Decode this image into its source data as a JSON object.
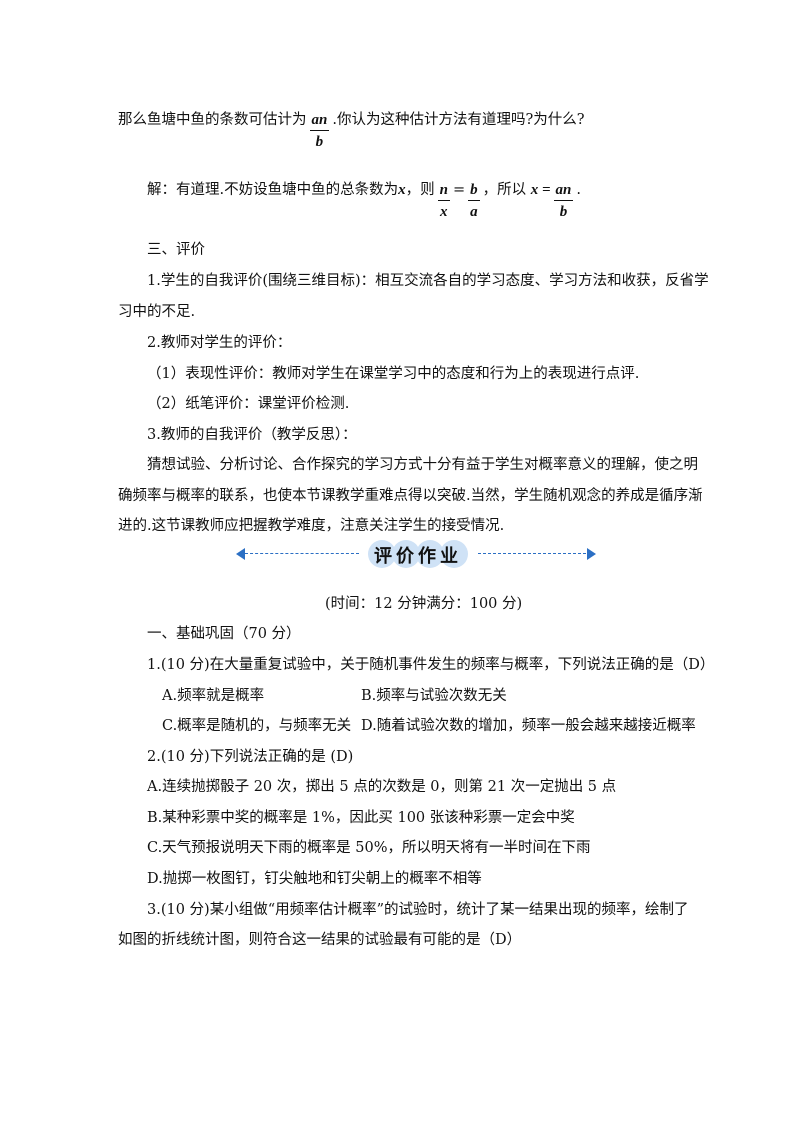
{
  "intro": {
    "before": "那么鱼塘中鱼的条数可估计为",
    "frac_num": "an",
    "frac_den": "b",
    "after": ".你认为这种估计方法有道理吗?为什么?"
  },
  "solution": {
    "prefix": "解：有道理.不妨设鱼塘中鱼的总条数为",
    "var_x": "x",
    "mid1": "，则",
    "f1_num": "n",
    "f1_den": "x",
    "eq": "=",
    "f2_num": "b",
    "f2_den": "a",
    "mid2": "，所以",
    "x_eq": "x =",
    "f3_num": "an",
    "f3_den": "b",
    "end": "."
  },
  "section3": {
    "heading": "三、评价",
    "p1_line1": "1.学生的自我评价(围绕三维目标)：相互交流各自的学习态度、学习方法和收获，反省学",
    "p1_line2": "习中的不足.",
    "p2": "2.教师对学生的评价：",
    "p2_1": "（1）表现性评价：教师对学生在课堂学习中的态度和行为上的表现进行点评.",
    "p2_2": "（2）纸笔评价：课堂评价检测.",
    "p3": "3.教师的自我评价（教学反思）：",
    "p4_line1": "猜想试验、分析讨论、合作探究的学习方式十分有益于学生对概率意义的理解，使之明",
    "p4_line2": "确频率与概率的联系，也使本节课教学重难点得以突破.当然，学生随机观念的养成是循序渐",
    "p4_line3": "进的.这节课教师应把握教学难度，注意关注学生的接受情况."
  },
  "banner": {
    "title": "评价作业",
    "color": "#2b6fc4"
  },
  "homework": {
    "time": "(时间：12 分钟满分：100 分)",
    "part1": "一、基础巩固（70 分）",
    "q1": "1.(10 分)在大量重复试验中，关于随机事件发生的频率与概率，下列说法正确的是（D）",
    "q1_a": "A.频率就是概率",
    "q1_b": "B.频率与试验次数无关",
    "q1_c": "C.概率是随机的，与频率无关",
    "q1_d": "D.随着试验次数的增加，频率一般会越来越接近概率",
    "q2": "2.(10 分)下列说法正确的是 (D)",
    "q2_a": "A.连续抛掷骰子 20 次，掷出 5 点的次数是 0，则第 21 次一定抛出 5 点",
    "q2_b": "B.某种彩票中奖的概率是 1%，因此买 100 张该种彩票一定会中奖",
    "q2_c": "C.天气预报说明天下雨的概率是 50%，所以明天将有一半时间在下雨",
    "q2_d": "D.抛掷一枚图钉，钉尖触地和钉尖朝上的概率不相等",
    "q3_line1": "3.(10 分)某小组做“用频率估计概率”的试验时，统计了某一结果出现的频率，绘制了",
    "q3_line2": "如图的折线统计图，则符合这一结果的试验最有可能的是（D）"
  }
}
